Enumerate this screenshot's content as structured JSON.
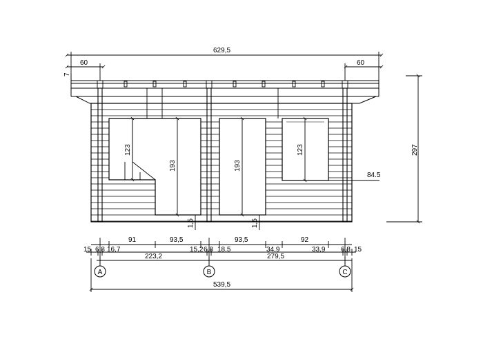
{
  "overall": {
    "top_width": "629,5",
    "overhang_left": "60",
    "overhang_right": "60",
    "eave": "7",
    "height": "297"
  },
  "openings": {
    "window_left_height": "123",
    "door_left_height": "193",
    "door_mid_height": "193",
    "window_right_height": "123",
    "sill_right": "84.5",
    "threshold_left": "1,5",
    "threshold_mid": "1,5"
  },
  "dims_row1": {
    "d91": "91",
    "d935a": "93,5",
    "d935b": "93,5",
    "d92": "92"
  },
  "dims_row2": {
    "a15": "15",
    "a68": "6,8",
    "a167": "16,7",
    "a152": "15,2",
    "a68b": "6,8",
    "a185": "18,5",
    "a349": "34,9",
    "a339": "33,9",
    "a68c": "6,8",
    "a15b": "15"
  },
  "dims_row3": {
    "d2232": "223,2",
    "d2795": "279,5"
  },
  "dims_total": {
    "d5395": "539,5"
  },
  "grid": {
    "a": "A",
    "b": "B",
    "c": "C"
  }
}
